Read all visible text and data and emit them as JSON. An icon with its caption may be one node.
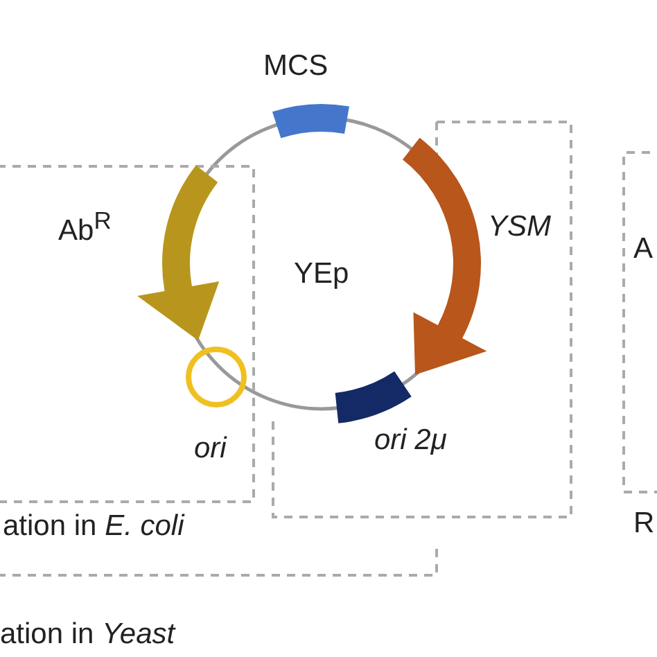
{
  "diagram": {
    "nodes": [
      {
        "text": [
          "ation in *E. coli*"
        ]
      },
      {
        "text": [
          "Ab$^{R}$"
        ],
        "in": 0
      },
      {
        "text": [
          "ori"
        ],
        "in": 0
      },
      {
        "text": [
          "MCS"
        ]
      },
      {
        "text": [
          "YSM"
        ],
        "in": 7
      },
      {
        "text": [
          "ori 2μ"
        ],
        "in": 7
      },
      {
        "text": [
          "ation in *Yeast*"
        ]
      },
      {
        "text": [],
        "shape": "box"
      },
      {
        "text": [
          "A",
          "R"
        ]
      }
    ],
    "labels": [
      "YEp"
    ]
  }
}
